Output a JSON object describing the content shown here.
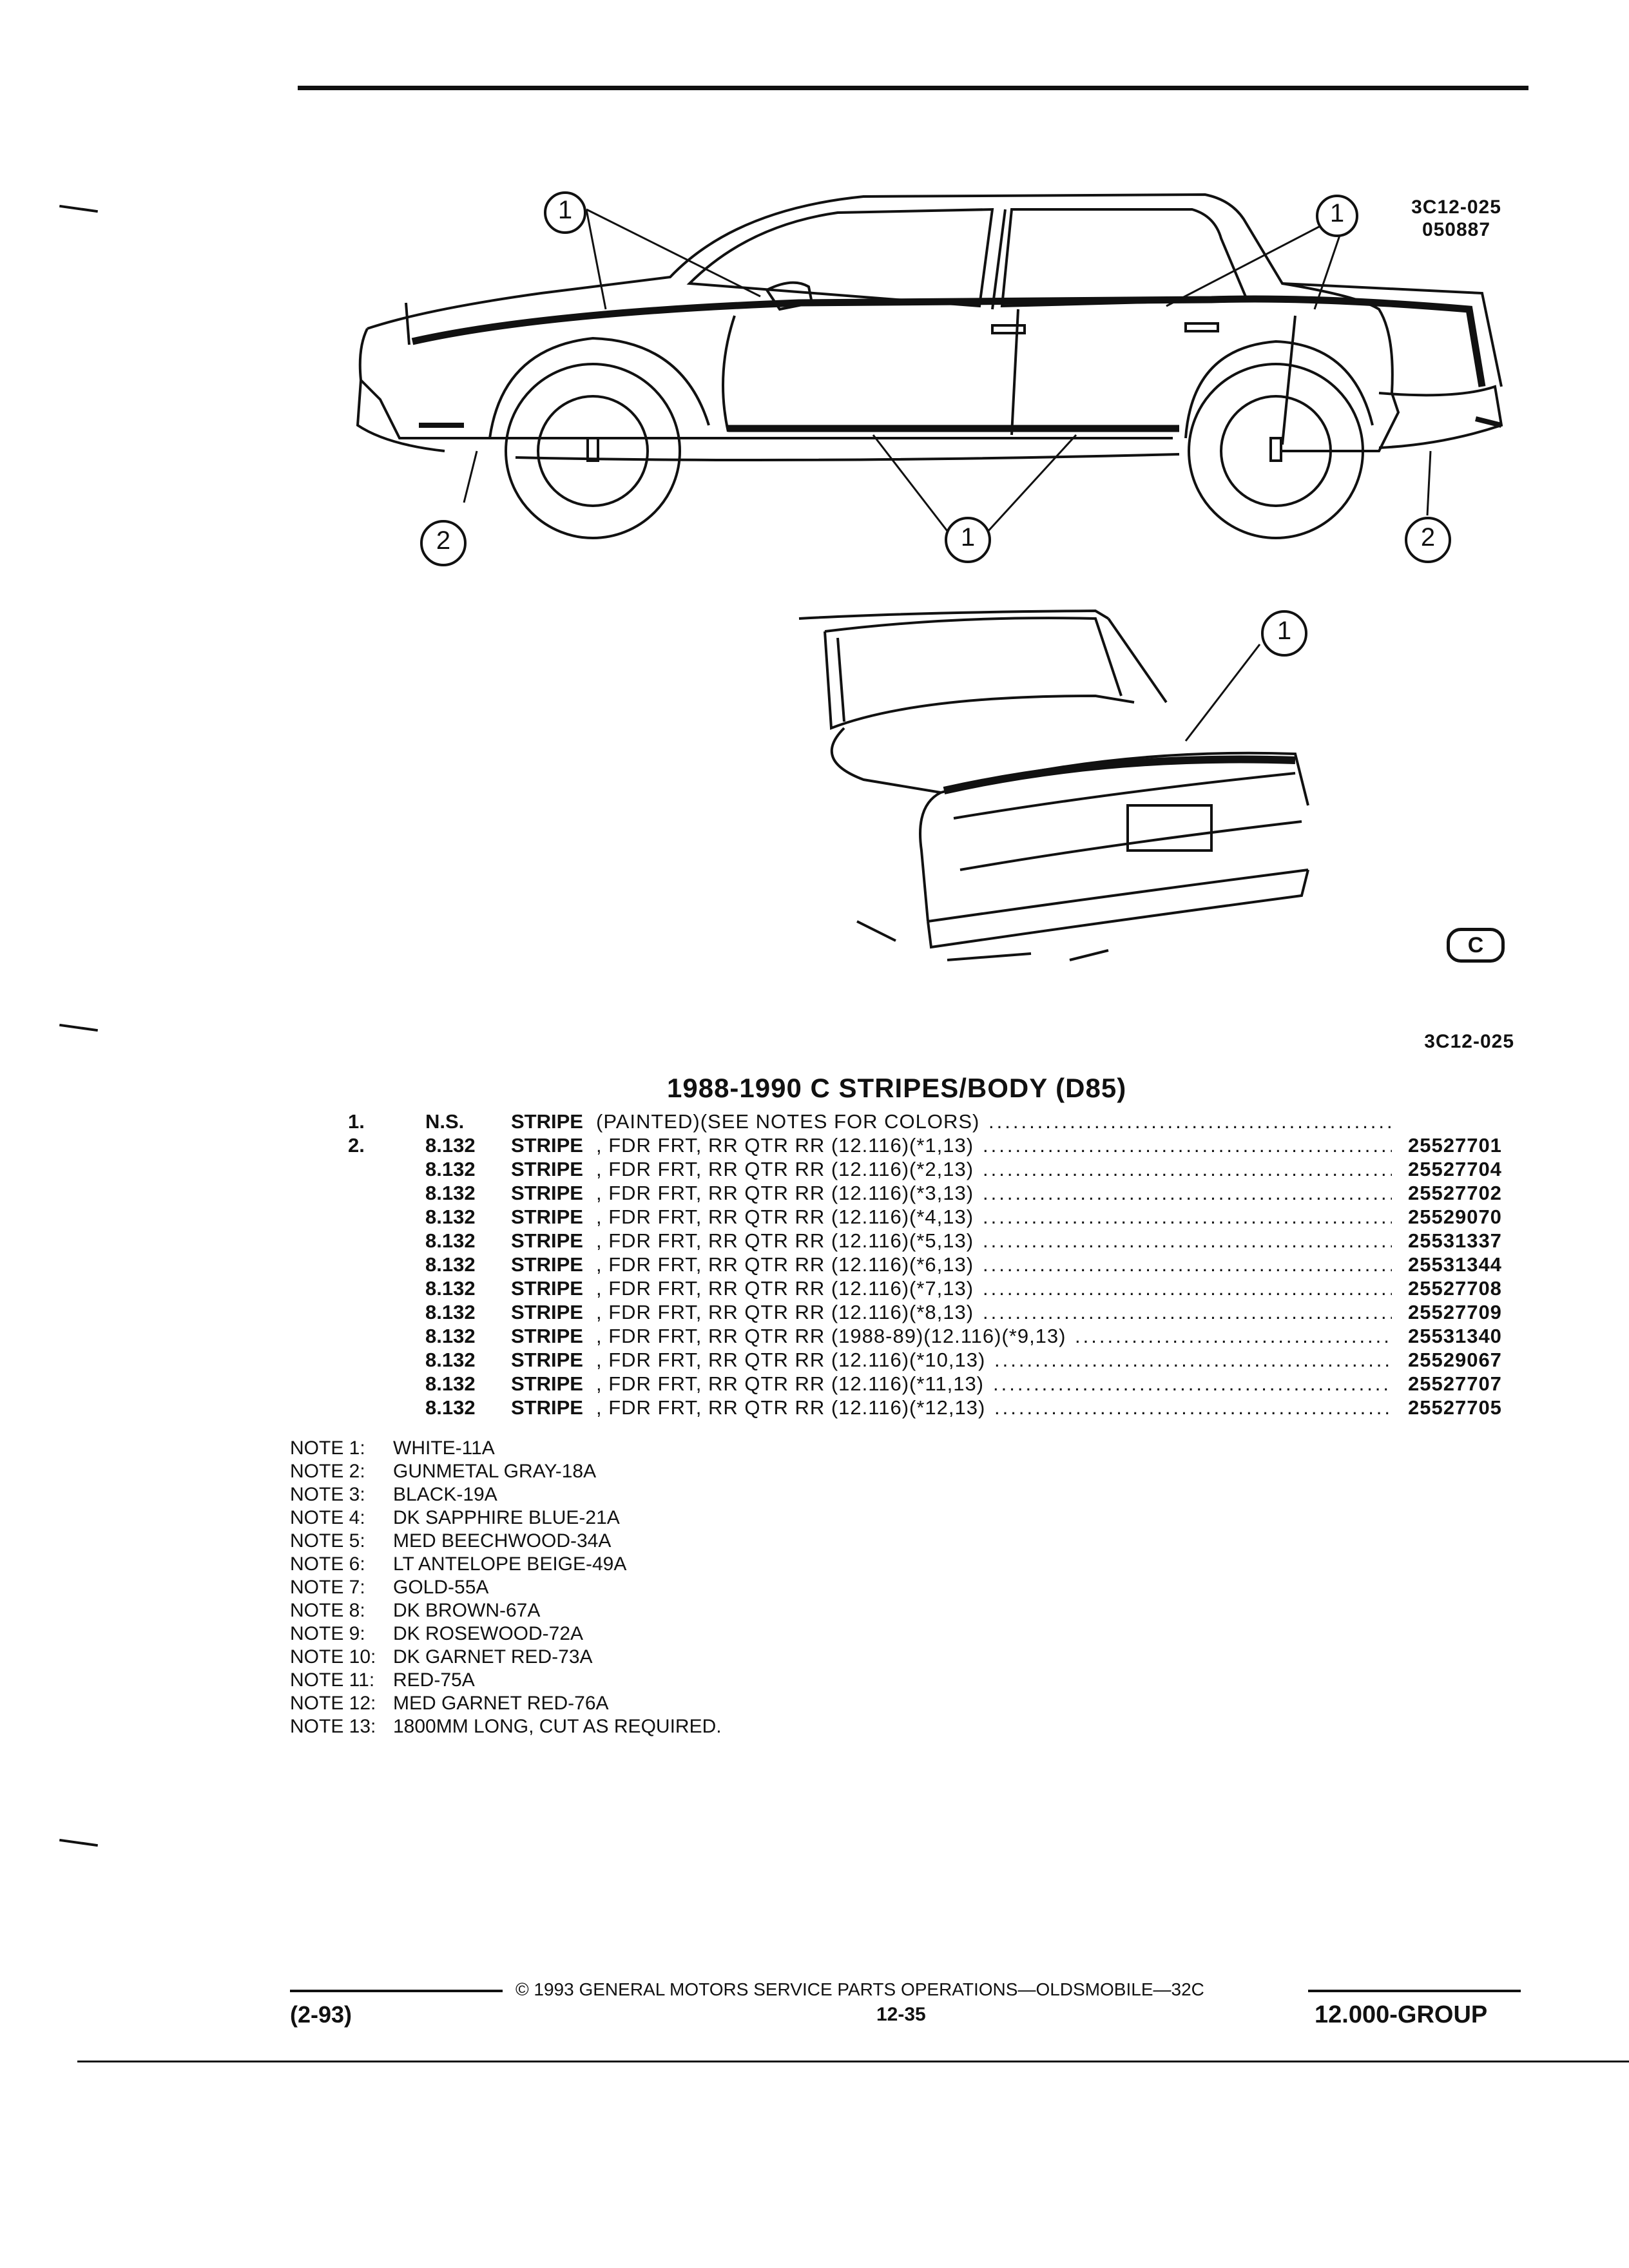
{
  "diagram": {
    "callout_1": "1",
    "callout_2": "2",
    "code_main": "3C12-025",
    "code_date": "050887",
    "logo_mark": "C",
    "figure_code": "3C12-025"
  },
  "section_title": "1988-1990 C STRIPES/BODY (D85)",
  "parts": [
    {
      "item": "1.",
      "ref": "N.S.",
      "name": "STRIPE",
      "desc": "(PAINTED)(SEE NOTES FOR COLORS)",
      "part": ""
    },
    {
      "item": "2.",
      "ref": "8.132",
      "name": "STRIPE",
      "desc": ", FDR FRT, RR QTR RR (12.116)(*1,13)",
      "part": "25527701"
    },
    {
      "item": "",
      "ref": "8.132",
      "name": "STRIPE",
      "desc": ", FDR FRT, RR QTR RR (12.116)(*2,13)",
      "part": "25527704"
    },
    {
      "item": "",
      "ref": "8.132",
      "name": "STRIPE",
      "desc": ", FDR FRT, RR QTR RR (12.116)(*3,13)",
      "part": "25527702"
    },
    {
      "item": "",
      "ref": "8.132",
      "name": "STRIPE",
      "desc": ", FDR FRT, RR QTR RR (12.116)(*4,13)",
      "part": "25529070"
    },
    {
      "item": "",
      "ref": "8.132",
      "name": "STRIPE",
      "desc": ", FDR FRT, RR QTR RR (12.116)(*5,13)",
      "part": "25531337"
    },
    {
      "item": "",
      "ref": "8.132",
      "name": "STRIPE",
      "desc": ", FDR FRT, RR QTR RR (12.116)(*6,13)",
      "part": "25531344"
    },
    {
      "item": "",
      "ref": "8.132",
      "name": "STRIPE",
      "desc": ", FDR FRT, RR QTR RR (12.116)(*7,13)",
      "part": "25527708"
    },
    {
      "item": "",
      "ref": "8.132",
      "name": "STRIPE",
      "desc": ", FDR FRT, RR QTR RR (12.116)(*8,13)",
      "part": "25527709"
    },
    {
      "item": "",
      "ref": "8.132",
      "name": "STRIPE",
      "desc": ", FDR FRT, RR QTR RR (1988-89)(12.116)(*9,13)",
      "part": "25531340"
    },
    {
      "item": "",
      "ref": "8.132",
      "name": "STRIPE",
      "desc": ", FDR FRT, RR QTR RR (12.116)(*10,13)",
      "part": "25529067"
    },
    {
      "item": "",
      "ref": "8.132",
      "name": "STRIPE",
      "desc": ", FDR FRT, RR QTR RR (12.116)(*11,13)",
      "part": "25527707"
    },
    {
      "item": "",
      "ref": "8.132",
      "name": "STRIPE",
      "desc": ", FDR FRT, RR QTR RR (12.116)(*12,13)",
      "part": "25527705"
    }
  ],
  "notes": [
    {
      "label": "NOTE 1:",
      "text": "WHITE-11A"
    },
    {
      "label": "NOTE 2:",
      "text": "GUNMETAL GRAY-18A"
    },
    {
      "label": "NOTE 3:",
      "text": "BLACK-19A"
    },
    {
      "label": "NOTE 4:",
      "text": "DK SAPPHIRE BLUE-21A"
    },
    {
      "label": "NOTE 5:",
      "text": "MED BEECHWOOD-34A"
    },
    {
      "label": "NOTE 6:",
      "text": "LT ANTELOPE BEIGE-49A"
    },
    {
      "label": "NOTE 7:",
      "text": "GOLD-55A"
    },
    {
      "label": "NOTE 8:",
      "text": "DK BROWN-67A"
    },
    {
      "label": "NOTE 9:",
      "text": "DK ROSEWOOD-72A"
    },
    {
      "label": "NOTE 10:",
      "text": "DK GARNET RED-73A"
    },
    {
      "label": "NOTE 11:",
      "text": "RED-75A"
    },
    {
      "label": "NOTE 12:",
      "text": "MED GARNET RED-76A"
    },
    {
      "label": "NOTE 13:",
      "text": "1800MM LONG, CUT AS REQUIRED."
    }
  ],
  "footer": {
    "date": "(2-93)",
    "copyright": "© 1993 GENERAL MOTORS SERVICE PARTS OPERATIONS—OLDSMOBILE—32C",
    "page": "12-35",
    "group": "12.000-GROUP"
  }
}
